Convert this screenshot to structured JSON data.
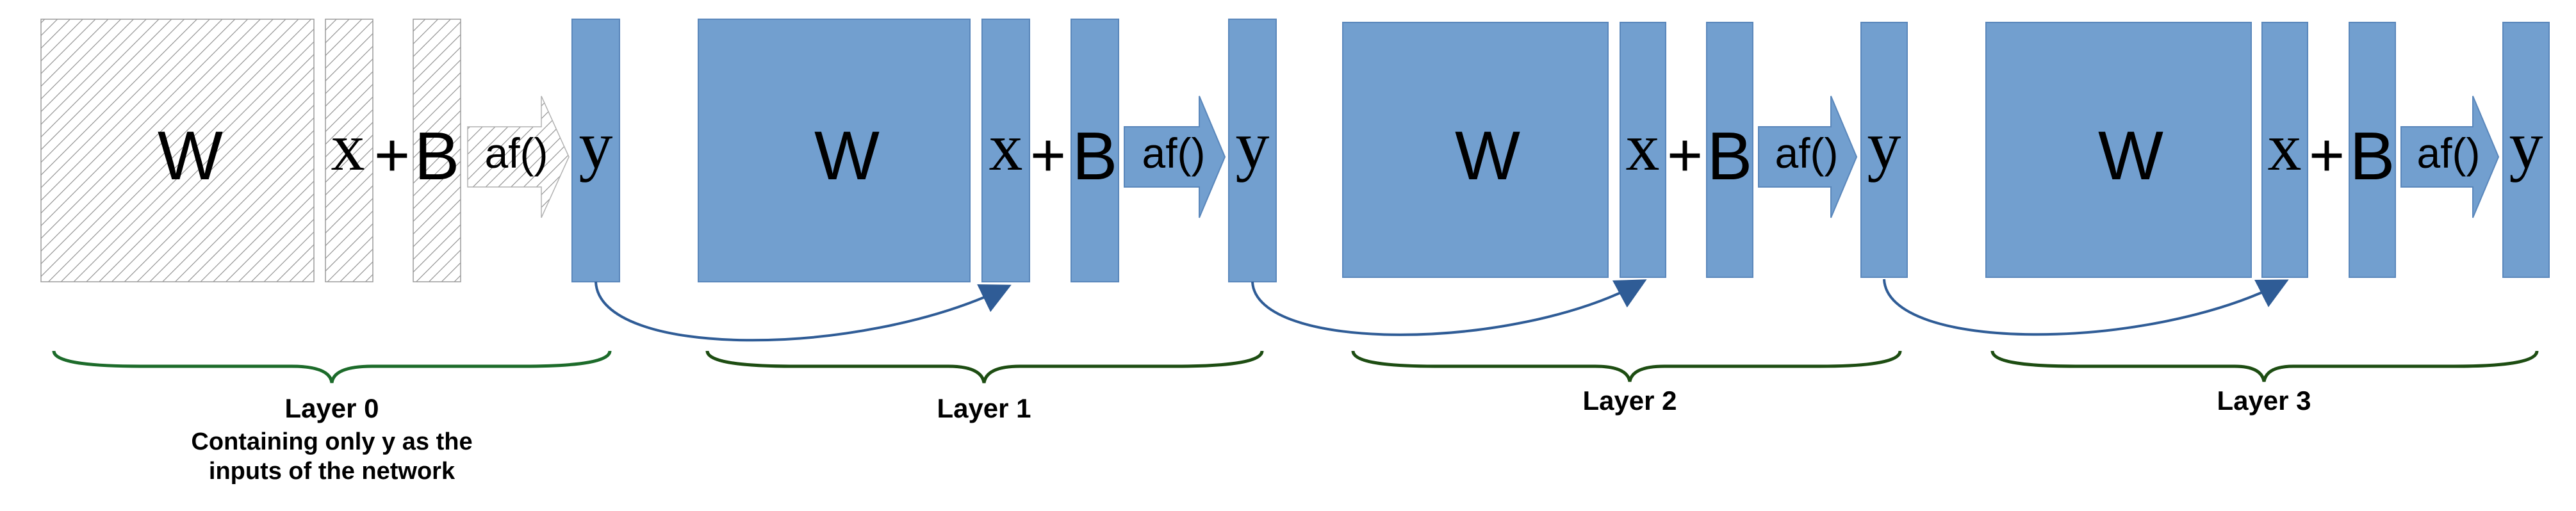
{
  "colors": {
    "block_fill": "#729fcf",
    "block_stroke": "#5a87bb",
    "hatch_stroke": "#888888",
    "connector": "#2f5c96",
    "brace_layer0": "#1c6b2a",
    "brace_other": "#1d4d12"
  },
  "symbols": {
    "w": "W",
    "x": "x",
    "plus": "+",
    "b": "B",
    "af": "af()",
    "y": "y"
  },
  "layers": [
    {
      "title": "Layer 0",
      "subtitle_line1": "Containing only y as the",
      "subtitle_line2": "inputs of the network",
      "style": "hatched"
    },
    {
      "title": "Layer 1",
      "style": "solid"
    },
    {
      "title": "Layer 2",
      "style": "solid"
    },
    {
      "title": "Layer 3",
      "style": "solid"
    }
  ]
}
